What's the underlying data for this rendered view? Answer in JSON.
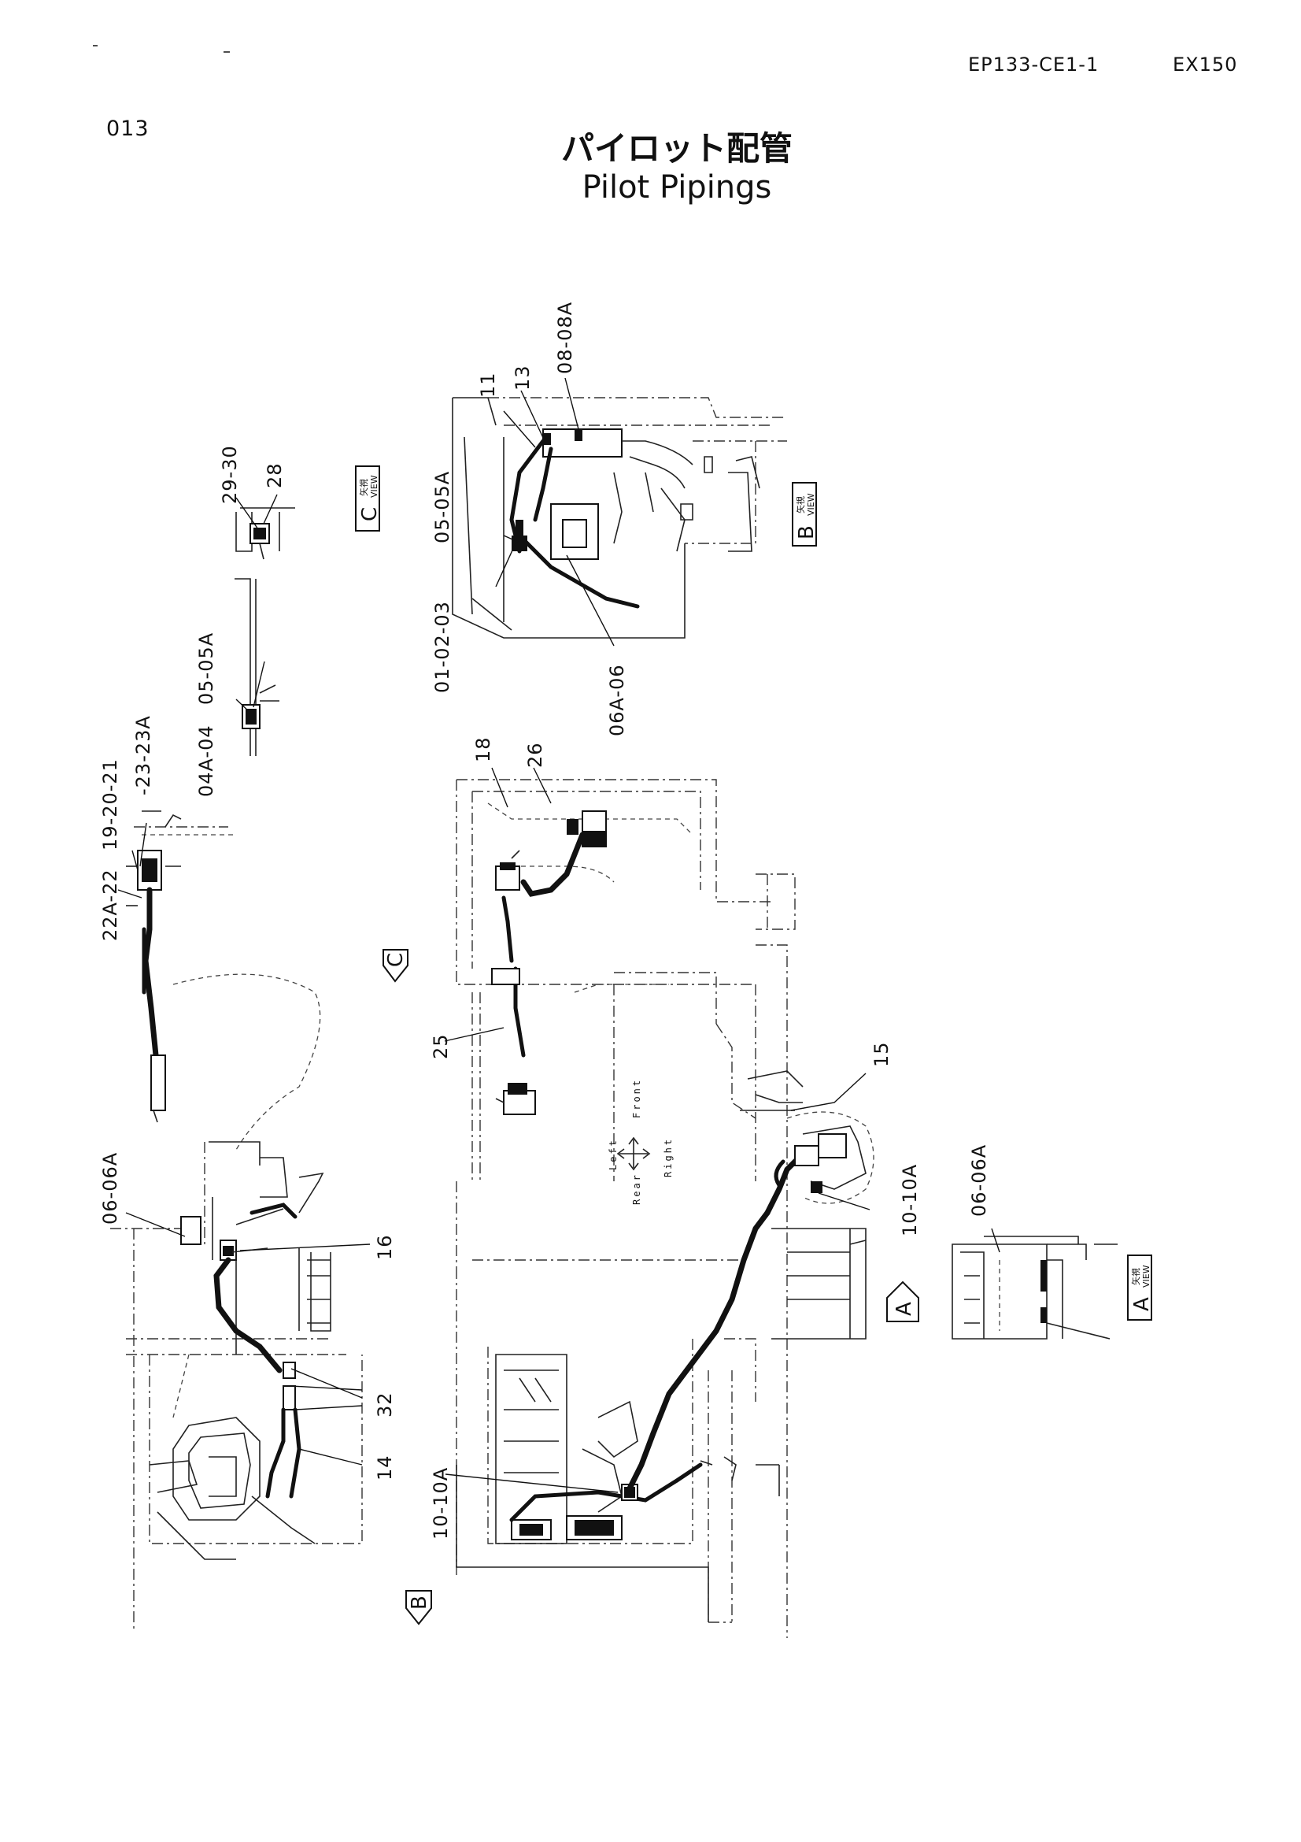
{
  "header": {
    "page_number": "013",
    "doc_code": "EP133-CE1-1",
    "model_code": "EX150"
  },
  "title": {
    "japanese": "パイロット配管",
    "english": "Pilot Pipings"
  },
  "part_labels": [
    "29-30",
    "28",
    "11",
    "13",
    "08-08A",
    "05-05A",
    "01-02-03",
    "06A-06",
    "05-05A",
    "04A-04",
    "18",
    "26",
    "22A-22",
    "19-20-21",
    "-23-23A",
    "25",
    "15",
    "06-06A",
    "16",
    "32",
    "14",
    "10-10A",
    "10-10A",
    "06-06A"
  ],
  "view_markers": {
    "view_c": {
      "jp": "矢視",
      "en": "VIEW",
      "letter": "C"
    },
    "view_b": {
      "jp": "矢視",
      "en": "VIEW",
      "letter": "B"
    },
    "view_a": {
      "jp": "矢視",
      "en": "VIEW",
      "letter": "A"
    }
  },
  "arrow_markers": [
    "C",
    "A",
    "B"
  ],
  "compass": {
    "left": "Left",
    "rear": "Rear",
    "front": "Front",
    "right": "Right"
  }
}
